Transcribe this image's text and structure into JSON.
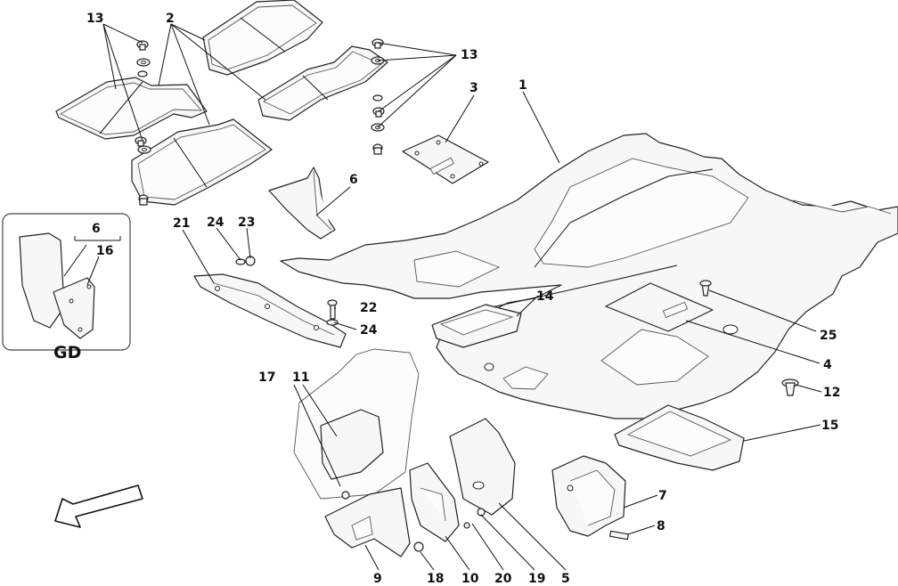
{
  "callouts": {
    "c1": "1",
    "c2": "2",
    "c3": "3",
    "c4": "4",
    "c5": "5",
    "c6": "6",
    "c6b": "6",
    "c7": "7",
    "c8": "8",
    "c9": "9",
    "c10": "10",
    "c11": "11",
    "c12": "12",
    "c13a": "13",
    "c13b": "13",
    "c14": "14",
    "c15": "15",
    "c16": "16",
    "c17": "17",
    "c18": "18",
    "c19": "19",
    "c20": "20",
    "c21": "21",
    "c22": "22",
    "c23": "23",
    "c24a": "24",
    "c24b": "24",
    "c25": "25"
  },
  "inset": {
    "label": "GD"
  },
  "icons": {
    "direction": "front-direction-arrow-icon"
  }
}
